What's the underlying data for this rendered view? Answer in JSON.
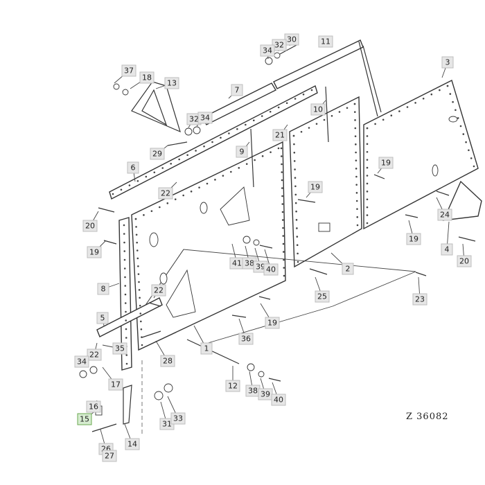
{
  "drawing_reference": "Z 36082",
  "highlighted_callout": "15",
  "callouts": [
    "1",
    "2",
    "3",
    "4",
    "5",
    "6",
    "7",
    "8",
    "9",
    "10",
    "11",
    "12",
    "13",
    "14",
    "15",
    "16",
    "17",
    "18",
    "19",
    "20",
    "21",
    "22",
    "23",
    "24",
    "25",
    "26",
    "27",
    "28",
    "29",
    "30",
    "31",
    "32",
    "33",
    "34",
    "35",
    "36",
    "37",
    "38",
    "39",
    "40",
    "41"
  ]
}
